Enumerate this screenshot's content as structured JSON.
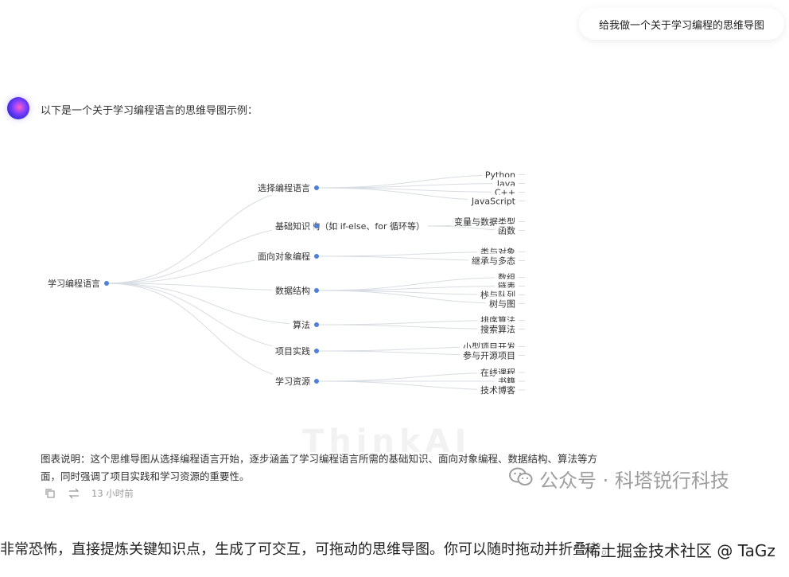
{
  "user_message": "给我做一个关于学习编程的思维导图",
  "ai_intro": "以下是一个关于学习编程语言的思维导图示例：",
  "mindmap": {
    "root": "学习编程语言",
    "branches": [
      {
        "label": "选择编程语言",
        "children": [
          "Python",
          "Java",
          "C++",
          "JavaScript"
        ]
      },
      {
        "label": "基础知识",
        "sub": "控制结构（如 if-else、for 循环等）",
        "children": [
          "变量与数据类型",
          "函数"
        ]
      },
      {
        "label": "面向对象编程",
        "children": [
          "类与对象",
          "继承与多态"
        ]
      },
      {
        "label": "数据结构",
        "children": [
          "数组",
          "链表",
          "栈与队列",
          "树与图"
        ]
      },
      {
        "label": "算法",
        "children": [
          "排序算法",
          "搜索算法"
        ]
      },
      {
        "label": "项目实践",
        "children": [
          "小型项目开发",
          "参与开源项目"
        ]
      },
      {
        "label": "学习资源",
        "children": [
          "在线课程",
          "书籍",
          "技术博客"
        ]
      }
    ]
  },
  "faint_watermark": "ThinkAI",
  "caption": "图表说明：这个思维导图从选择编程语言开始，逐步涵盖了学习编程语言所需的基础知识、面向对象编程、数据结构、算法等方面，同时强调了项目实践和学习资源的重要性。",
  "actions": {
    "timestamp": "13 小时前"
  },
  "wechat_watermark": "公众号 · 科塔锐行科技",
  "bottom_text": "非常恐怖，直接提炼关键知识点，生成了可交互，可拖动的思维导图。你可以随时拖动并折叠它。",
  "bottom_tag": "稀土掘金技术社区 @ TaGz",
  "colors": {
    "node_dot": "#4f7fd8",
    "link": "#d8dde3"
  }
}
